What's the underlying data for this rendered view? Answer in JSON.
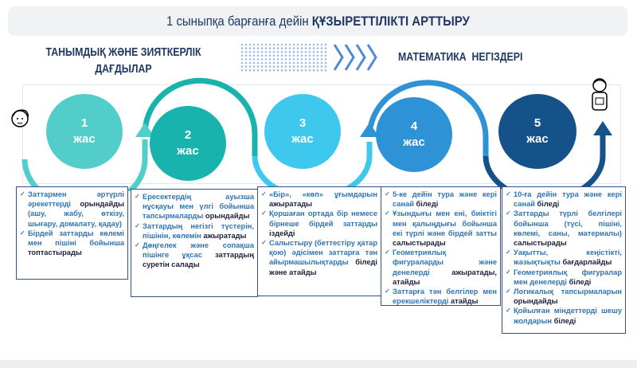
{
  "title": {
    "normal": "1 сыныпқа барғанға дейін ",
    "bold": "ҚҰЗЫРЕТТІЛІКТІ АРТТЫРУ"
  },
  "left_heading": "ТАНЫМДЫҚ ЖӘНЕ ЗИЯТКЕРЛІК ДАҒДЫЛАР",
  "right_heading": "МАТЕМАТИКА  НЕГІЗДЕРІ",
  "colors": {
    "c1": "#52cdc9",
    "c2": "#19b3ae",
    "c3": "#3ec8ee",
    "c4": "#2e92d6",
    "c5": "#15528a"
  },
  "ages": [
    {
      "num": "1",
      "label": "жас"
    },
    {
      "num": "2",
      "label": "жас"
    },
    {
      "num": "3",
      "label": "жас"
    },
    {
      "num": "4",
      "label": "жас"
    },
    {
      "num": "5",
      "label": "жас"
    }
  ],
  "boxes": [
    [
      [
        [
          "Заттармен әртүрлі әрекеттерді ",
          0
        ],
        [
          "орындайды",
          1
        ],
        [
          " (ашу, жабу, өткізу, шығару, домалату, қадау)",
          0
        ]
      ],
      [
        [
          "Бірдей заттарды көлемі мен пішіні бойынша ",
          0
        ],
        [
          "топтастырады",
          1
        ]
      ]
    ],
    [
      [
        [
          "Ересектердің ауызша нұсқауы мен үлгі бойынша тапсырмаларды ",
          0
        ],
        [
          "орындайды",
          1
        ]
      ],
      [
        [
          "Заттардың негізгі түстерін, пішінін, көлемін ",
          0
        ],
        [
          "ажыратады",
          1
        ]
      ],
      [
        [
          "Дөңгелек және сопақша пішінге ұқсас ",
          0
        ],
        [
          "заттардың суретін салады",
          1
        ]
      ]
    ],
    [
      [
        [
          "«Бір», «көп» ұғымдарын ",
          0
        ],
        [
          "ажыратады",
          1
        ]
      ],
      [
        [
          "Қоршаған ортада бір немесе бірнеше бірдей заттарды ",
          0
        ],
        [
          "іздейді",
          1
        ]
      ],
      [
        [
          "Салыстыру (беттестіру қатар қою) әдісімен заттарға тән айырмашылықтарды ",
          0
        ],
        [
          "біледі және атайды",
          1
        ]
      ]
    ],
    [
      [
        [
          "5-ке дейін тура және кері санай ",
          0
        ],
        [
          "біледі",
          1
        ]
      ],
      [
        [
          "Ұзындығы мен ені, биіктігі мен қалыңдығы бойынша екі түрлі және бірдей затты ",
          0
        ],
        [
          "салыстырады",
          1
        ]
      ],
      [
        [
          "Геометриялық фигураларды және денелерді ",
          0
        ],
        [
          "ажыратады, атайды",
          1
        ]
      ],
      [
        [
          "Заттарға тән белгілер мен ерекшеліктерді ",
          0
        ],
        [
          "атайды",
          1
        ]
      ]
    ],
    [
      [
        [
          "10-ға дейін тура және кері санай ",
          0
        ],
        [
          "біледі",
          1
        ]
      ],
      [
        [
          "Заттарды түрлі белгілері бойынша (түсі, пішіні, көлемі, саны, материалы) ",
          0
        ],
        [
          "салыстырады",
          1
        ]
      ],
      [
        [
          "Уақытты, кеңістікті, жазықтықты ",
          0
        ],
        [
          "бағдарлайды",
          1
        ]
      ],
      [
        [
          "Геометриялық фигуралар мен денелерді ",
          0
        ],
        [
          "біледі",
          1
        ]
      ],
      [
        [
          "Логикалық тапсырмаларын ",
          0
        ],
        [
          "орындайды",
          1
        ]
      ],
      [
        [
          "Қойылған міндеттерді шешу жолдарын ",
          0
        ],
        [
          "біледі",
          1
        ]
      ]
    ]
  ]
}
